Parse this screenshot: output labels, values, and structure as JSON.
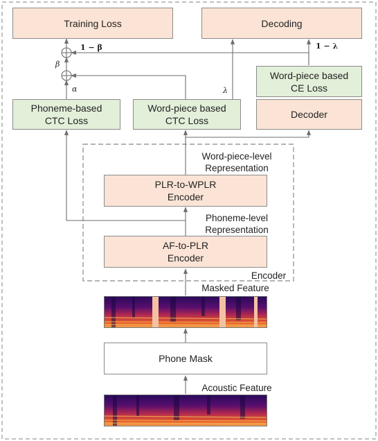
{
  "boxes": {
    "training_loss": "Training Loss",
    "decoding": "Decoding",
    "word_piece_ce_loss": "Word-piece based\nCE Loss",
    "phoneme_ctc_loss": "Phoneme-based\nCTC Loss",
    "word_piece_ctc_loss": "Word-piece based\nCTC Loss",
    "decoder": "Decoder",
    "plr_to_wplr_encoder": "PLR-to-WPLR\nEncoder",
    "af_to_plr_encoder": "AF-to-PLR\nEncoder",
    "phone_mask": "Phone Mask"
  },
  "labels": {
    "word_piece_level_representation": "Word-piece-level\nRepresentation",
    "phoneme_level_representation": "Phoneme-level\nRepresentation",
    "encoder": "Encoder",
    "masked_feature": "Masked Feature",
    "acoustic_feature": "Acoustic Feature"
  },
  "symbols": {
    "one_minus_beta": "1 − β",
    "one_minus_lambda": "1 − λ",
    "beta": "β",
    "alpha": "α",
    "lambda": "λ"
  },
  "colors": {
    "peach": "#fbe4d5",
    "green": "#e2efd9",
    "line": "#6e6e6e",
    "dash": "#9a9a9a"
  }
}
